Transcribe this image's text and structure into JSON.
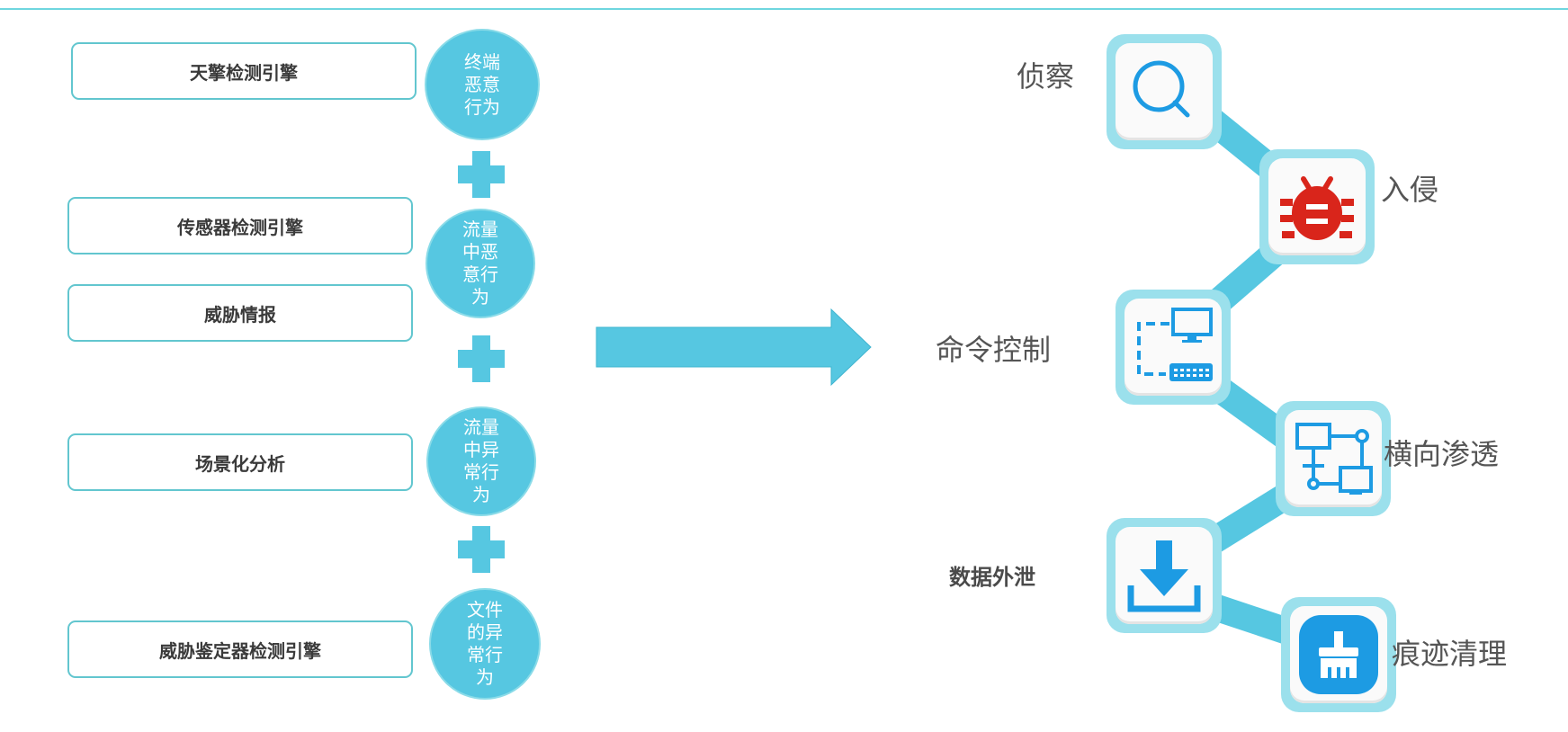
{
  "engines": [
    {
      "label": "天擎检测引擎"
    },
    {
      "label": "传感器检测引擎"
    },
    {
      "label": "威胁情报"
    },
    {
      "label": "场景化分析"
    },
    {
      "label": "威胁鉴定器检测引擎"
    }
  ],
  "behaviors": [
    {
      "label": "终端恶意行为"
    },
    {
      "label": "流量中恶意行为"
    },
    {
      "label": "流量中异常行为"
    },
    {
      "label": "文件的异常行为"
    }
  ],
  "kill_chain": [
    {
      "label": "侦察",
      "icon": "magnifier-icon"
    },
    {
      "label": "入侵",
      "icon": "bug-icon"
    },
    {
      "label": "命令控制",
      "icon": "network-device-icon"
    },
    {
      "label": "横向渗透",
      "icon": "network-topology-icon"
    },
    {
      "label": "数据外泄",
      "icon": "download-icon"
    },
    {
      "label": "痕迹清理",
      "icon": "cleanup-brush-icon"
    }
  ],
  "colors": {
    "accent": "#56c7e1",
    "box_border": "#62c6cf",
    "tile_frame": "#9be0ec",
    "bug_red": "#d9251b",
    "icon_blue": "#1d9be3"
  }
}
